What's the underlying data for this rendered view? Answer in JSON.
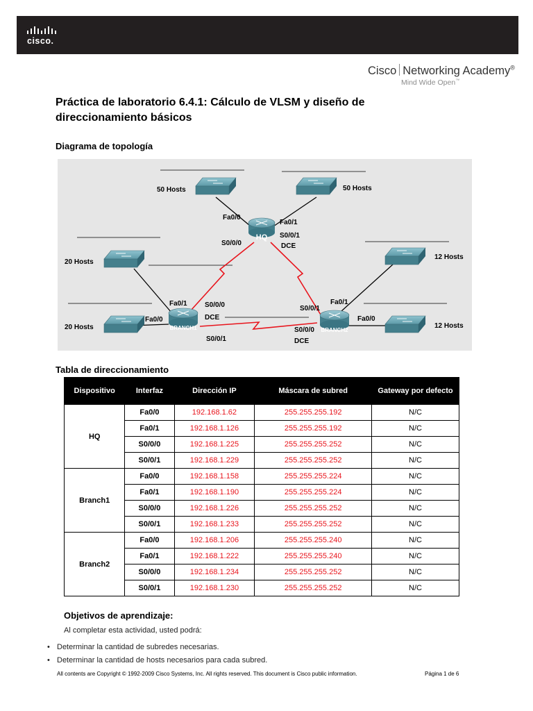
{
  "header": {
    "logo_text": "cisco.",
    "academy_brand": "Cisco",
    "academy_title": "Networking Academy",
    "academy_mark": "®",
    "academy_tagline": "Mind Wide Open",
    "academy_tagline_mark": "™"
  },
  "title": "Práctica de laboratorio 6.4.1: Cálculo de VLSM y diseño de direccionamiento básicos",
  "topology": {
    "heading": "Diagrama de topología",
    "labels": {
      "hq_hosts_left": "50 Hosts",
      "hq_hosts_right": "50 Hosts",
      "hq_fa00": "Fa0/0",
      "hq_fa01": "Fa0/1",
      "hq_s000": "S0/0/0",
      "hq_s001": "S0/0/1",
      "hq_dce": "DCE",
      "hq_name": "HQ",
      "b1_hosts_top": "20 Hosts",
      "b1_hosts_bottom": "20 Hosts",
      "b1_fa01": "Fa0/1",
      "b1_fa00": "Fa0/0",
      "b1_s000": "S0/0/0",
      "b1_dce": "DCE",
      "b1_s001": "S0/0/1",
      "b1_name": "BRANCH1",
      "b2_hosts_top": "12 Hosts",
      "b2_hosts_bottom": "12 Hosts",
      "b2_fa01": "Fa0/1",
      "b2_fa00": "Fa0/0",
      "b2_s001": "S0/0/1",
      "b2_s000": "S0/0/0",
      "b2_dce": "DCE",
      "b2_name": "BRANCH2"
    }
  },
  "addressing": {
    "heading": "Tabla de direccionamiento",
    "columns": [
      "Dispositivo",
      "Interfaz",
      "Dirección IP",
      "Máscara de subred",
      "Gateway por defecto"
    ],
    "devices": [
      {
        "name": "HQ",
        "rows": [
          {
            "iface": "Fa0/0",
            "ip": "192.168.1.62",
            "mask": "255.255.255.192",
            "gw": "N/C"
          },
          {
            "iface": "Fa0/1",
            "ip": "192.168.1.126",
            "mask": "255.255.255.192",
            "gw": "N/C"
          },
          {
            "iface": "S0/0/0",
            "ip": "192.168.1.225",
            "mask": "255.255.255.252",
            "gw": "N/C"
          },
          {
            "iface": "S0/0/1",
            "ip": "192.168.1.229",
            "mask": "255.255.255.252",
            "gw": "N/C"
          }
        ]
      },
      {
        "name": "Branch1",
        "rows": [
          {
            "iface": "Fa0/0",
            "ip": "192.168.1.158",
            "mask": "255.255.255.224",
            "gw": "N/C"
          },
          {
            "iface": "Fa0/1",
            "ip": "192.168.1.190",
            "mask": "255.255.255.224",
            "gw": "N/C"
          },
          {
            "iface": "S0/0/0",
            "ip": "192.168.1.226",
            "mask": "255.255.255.252",
            "gw": "N/C"
          },
          {
            "iface": "S0/0/1",
            "ip": "192.168.1.233",
            "mask": "255.255.255.252",
            "gw": "N/C"
          }
        ]
      },
      {
        "name": "Branch2",
        "rows": [
          {
            "iface": "Fa0/0",
            "ip": "192.168.1.206",
            "mask": "255.255.255.240",
            "gw": "N/C"
          },
          {
            "iface": "Fa0/1",
            "ip": "192.168.1.222",
            "mask": "255.255.255.240",
            "gw": "N/C"
          },
          {
            "iface": "S0/0/0",
            "ip": "192.168.1.234",
            "mask": "255.255.255.252",
            "gw": "N/C"
          },
          {
            "iface": "S0/0/1",
            "ip": "192.168.1.230",
            "mask": "255.255.255.252",
            "gw": "N/C"
          }
        ]
      }
    ]
  },
  "objectives": {
    "heading": "Objetivos de aprendizaje:",
    "intro": "Al completar esta actividad, usted podrá:",
    "items": [
      "Determinar la cantidad de subredes necesarias.",
      "Determinar la cantidad de hosts necesarios para cada subred."
    ]
  },
  "footer": {
    "copyright": "All contents are Copyright © 1992-2009 Cisco Systems, Inc. All rights reserved. This document is Cisco public information.",
    "page": "Página 1 de 6"
  },
  "colors": {
    "header_bar": "#231f20",
    "serial_link": "#e8141c",
    "ip_text": "#e8141c",
    "topology_bg": "#e6e6e6",
    "device": "#4f8d9b"
  },
  "icons": [
    "cisco-logo-icon",
    "switch-icon",
    "router-icon",
    "serial-link-icon"
  ]
}
